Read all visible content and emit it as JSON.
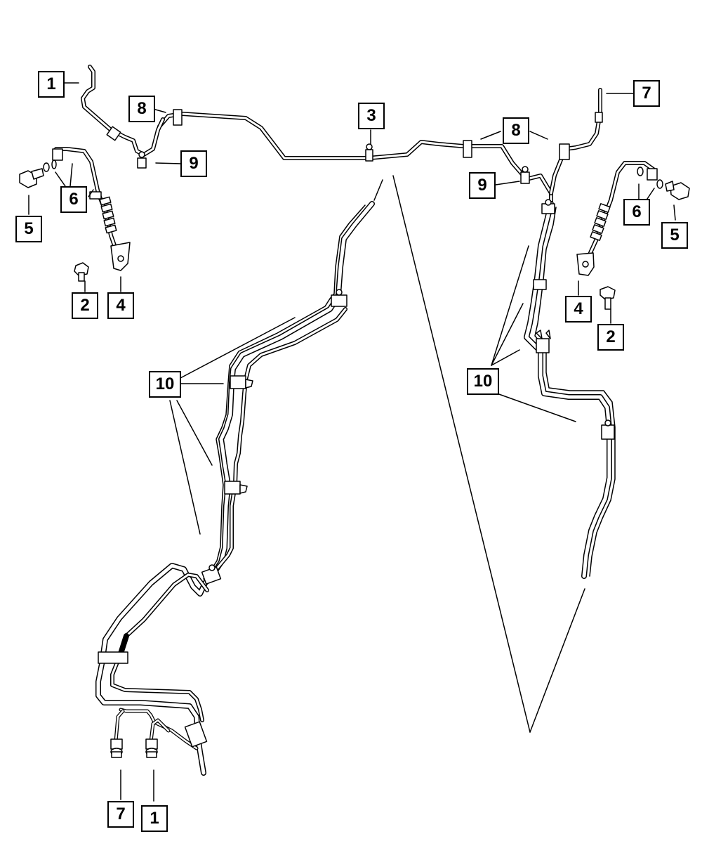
{
  "callouts": {
    "c1_top": "1",
    "c8_left": "8",
    "c9_left": "9",
    "c3": "3",
    "c6_left": "6",
    "c5_left": "5",
    "c2_left": "2",
    "c4_left": "4",
    "c7_top": "7",
    "c8_right": "8",
    "c9_right": "9",
    "c6_right": "6",
    "c5_right": "5",
    "c4_right": "4",
    "c2_right": "2",
    "c10_left": "10",
    "c10_right": "10",
    "c7_bottom": "7",
    "c1_bottom": "1"
  }
}
